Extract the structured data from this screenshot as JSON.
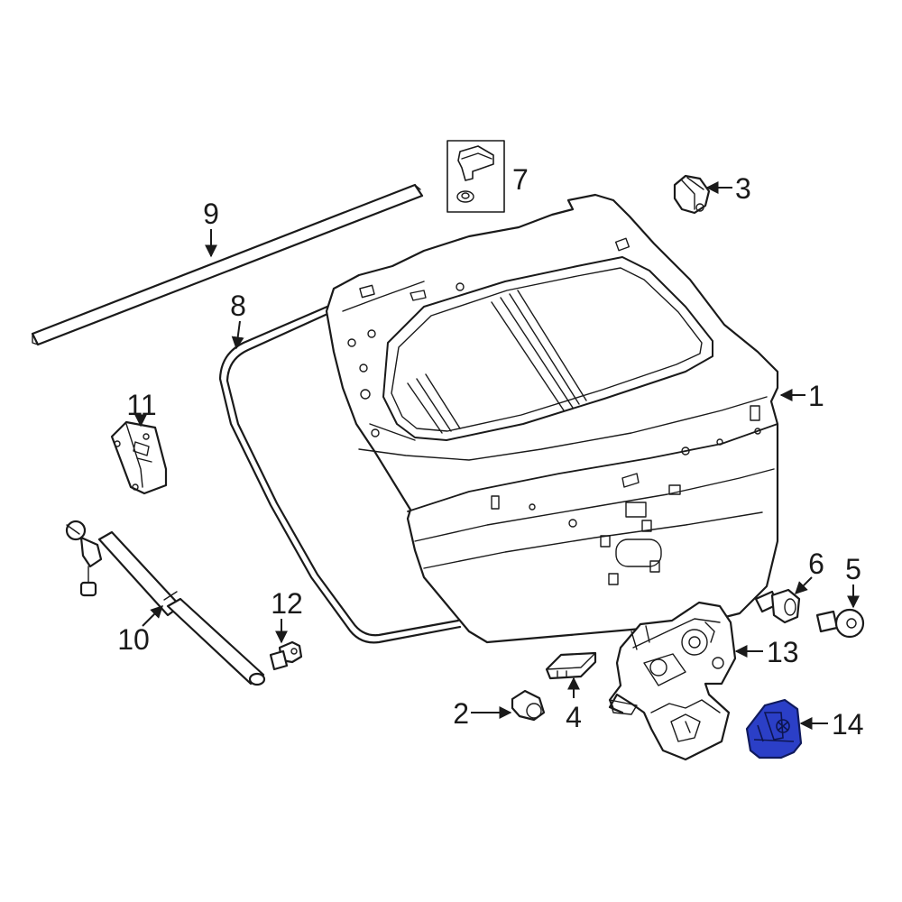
{
  "callouts": {
    "part_1": "1",
    "part_2": "2",
    "part_3": "3",
    "part_4": "4",
    "part_5": "5",
    "part_6": "6",
    "part_7": "7",
    "part_8": "8",
    "part_9": "9",
    "part_10": "10",
    "part_11": "11",
    "part_12": "12",
    "part_13": "13",
    "part_14": "14"
  },
  "colors": {
    "line": "#1a1a1a",
    "background": "#ffffff",
    "highlight_fill": "#2b3fc7",
    "highlight_stroke": "#101a5c"
  },
  "highlighted_part": "14"
}
